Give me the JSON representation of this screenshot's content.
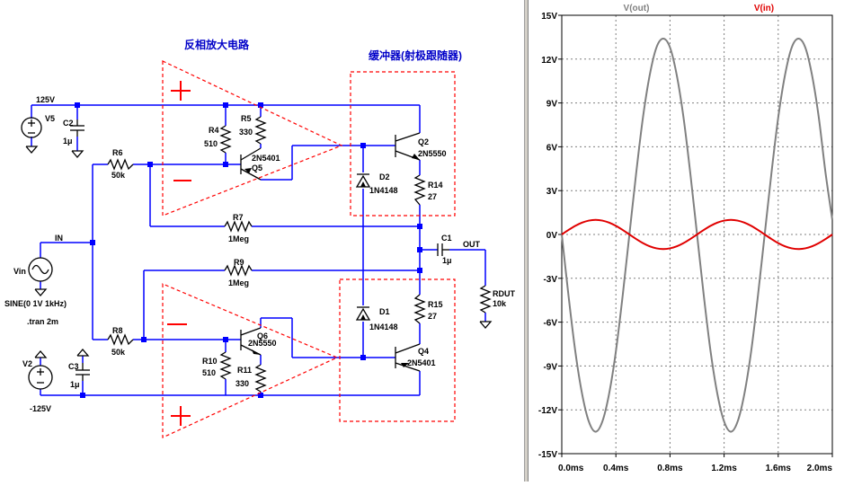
{
  "schematic": {
    "titles": {
      "inverting_amp": "反相放大电路",
      "buffer": "缓冲器(射极跟随器)"
    },
    "labels": {
      "v5": "V5",
      "v5_value": "125V",
      "c2": "C2",
      "c2_value": "1μ",
      "r4": "R4",
      "r4_value": "510",
      "r5": "R5",
      "r5_value": "330",
      "q5": "Q5",
      "q5_model": "2N5401",
      "r6": "R6",
      "r6_value": "50k",
      "q2": "Q2",
      "q2_model": "2N5550",
      "d2": "D2",
      "d2_model": "1N4148",
      "r14": "R14",
      "r14_value": "27",
      "r7": "R7",
      "r7_value": "1Meg",
      "in_net": "IN",
      "c1": "C1",
      "c1_value": "1μ",
      "out_net": "OUT",
      "vin": "Vin",
      "vin_value": "SINE(0 1V 1kHz)",
      "tran": ".tran 2m",
      "r9": "R9",
      "r9_value": "1Meg",
      "rdut": "RDUT",
      "rdut_value": "10k",
      "d1": "D1",
      "d1_model": "1N4148",
      "r15": "R15",
      "r15_value": "27",
      "r8": "R8",
      "r8_value": "50k",
      "q6": "Q6",
      "q6_model": "2N5550",
      "q4": "Q4",
      "q4_model": "2N5401",
      "v2": "V2",
      "c3": "C3",
      "c3_value": "1μ",
      "r10": "R10",
      "r10_value": "510",
      "r11": "R11",
      "r11_value": "330",
      "v2_value": "-125V",
      "plus": "+",
      "minus": "−"
    }
  },
  "colors": {
    "wire": "#0000ff",
    "accent": "#ff0000",
    "component": "#000000",
    "grid": "#808080",
    "vout": "#808080",
    "vin": "#e00000"
  },
  "chart_data": {
    "type": "line",
    "title": "",
    "xlabel": "",
    "ylabel": "",
    "xlim": [
      0,
      2.0
    ],
    "ylim": [
      -15,
      15
    ],
    "x_ticks": [
      0.0,
      0.4,
      0.8,
      1.2,
      1.6,
      2.0
    ],
    "x_tick_labels": [
      "0.0ms",
      "0.4ms",
      "0.8ms",
      "1.2ms",
      "1.6ms",
      "2.0ms"
    ],
    "y_ticks": [
      15,
      12,
      9,
      6,
      3,
      0,
      -3,
      -6,
      -9,
      -12,
      -15
    ],
    "y_tick_labels": [
      "15V",
      "12V",
      "9V",
      "6V",
      "3V",
      "0V",
      "-3V",
      "-6V",
      "-9V",
      "-12V",
      "-15V"
    ],
    "grid": true,
    "legend": "top",
    "series": [
      {
        "name": "V(out)",
        "color": "#808080",
        "x": [
          0.0,
          0.05,
          0.1,
          0.15,
          0.2,
          0.25,
          0.3,
          0.35,
          0.4,
          0.45,
          0.5,
          0.55,
          0.6,
          0.65,
          0.7,
          0.75,
          0.8,
          0.85,
          0.9,
          0.95,
          1.0,
          1.05,
          1.1,
          1.15,
          1.2,
          1.25,
          1.3,
          1.35,
          1.4,
          1.45,
          1.5,
          1.55,
          1.6,
          1.65,
          1.7,
          1.75,
          1.8,
          1.85,
          1.9,
          1.95,
          2.0
        ],
        "y": [
          0,
          -4.2,
          -8.0,
          -10.9,
          -12.8,
          -13.5,
          -12.8,
          -10.9,
          -8.0,
          -4.2,
          0,
          4.2,
          8.0,
          10.9,
          12.8,
          13.4,
          12.8,
          10.9,
          8.0,
          4.2,
          0,
          -4.2,
          -8.0,
          -10.9,
          -12.8,
          -13.5,
          -12.8,
          -10.9,
          -8.0,
          -4.2,
          0,
          4.2,
          8.0,
          10.9,
          12.8,
          13.4,
          12.8,
          10.9,
          8.0,
          4.2,
          1.0
        ]
      },
      {
        "name": "V(in)",
        "color": "#e00000",
        "x": [
          0.0,
          0.05,
          0.1,
          0.15,
          0.2,
          0.25,
          0.3,
          0.35,
          0.4,
          0.45,
          0.5,
          0.55,
          0.6,
          0.65,
          0.7,
          0.75,
          0.8,
          0.85,
          0.9,
          0.95,
          1.0,
          1.05,
          1.1,
          1.15,
          1.2,
          1.25,
          1.3,
          1.35,
          1.4,
          1.45,
          1.5,
          1.55,
          1.6,
          1.65,
          1.7,
          1.75,
          1.8,
          1.85,
          1.9,
          1.95,
          2.0
        ],
        "y": [
          0,
          0.31,
          0.59,
          0.81,
          0.95,
          1.0,
          0.95,
          0.81,
          0.59,
          0.31,
          0,
          -0.31,
          -0.59,
          -0.81,
          -0.95,
          -1.0,
          -0.95,
          -0.81,
          -0.59,
          -0.31,
          0,
          0.31,
          0.59,
          0.81,
          0.95,
          1.0,
          0.95,
          0.81,
          0.59,
          0.31,
          0,
          -0.31,
          -0.59,
          -0.81,
          -0.95,
          -1.0,
          -0.95,
          -0.81,
          -0.59,
          -0.31,
          0
        ]
      }
    ]
  }
}
